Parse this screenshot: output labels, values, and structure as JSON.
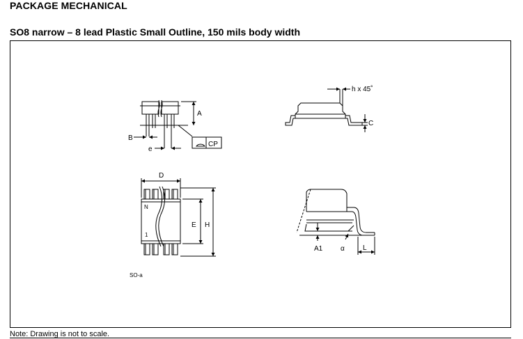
{
  "header": {
    "title": "PACKAGE MECHANICAL",
    "subtitle": "SO8 narrow – 8 lead Plastic Small Outline, 150 mils body width"
  },
  "drawing": {
    "labels": {
      "A": "A",
      "B": "B",
      "e": "e",
      "CP": "CP",
      "h": "h x 45˚",
      "C": "C",
      "D": "D",
      "N": "N",
      "pin1": "1",
      "E": "E",
      "H": "H",
      "A1": "A1",
      "alpha": "α",
      "L": "L"
    },
    "caption": "SO-a"
  },
  "footer": {
    "note": "Note:  Drawing is not to scale."
  }
}
